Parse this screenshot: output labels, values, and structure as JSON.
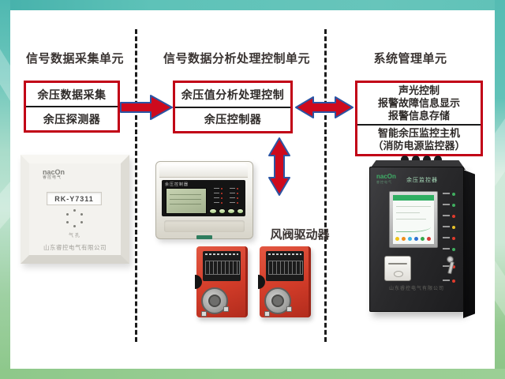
{
  "colors": {
    "box_border": "#c10016",
    "arrow_fill": "#ce0a1d",
    "arrow_outline": "#2b55a4",
    "frame_teal": "#5fc1b7",
    "frame_green": "#94cb90",
    "actuator_red": "#d23c29"
  },
  "columns": [
    {
      "header": "信号数据采集单元",
      "rows": [
        "余压数据采集",
        "余压探测器"
      ]
    },
    {
      "header": "信号数据分析处理控制单元",
      "rows": [
        "余压值分析处理控制",
        "余压控制器"
      ]
    },
    {
      "header": "系统管理单元",
      "top_lines": [
        "声光控制",
        "报警故障信息显示",
        "报警信息存储"
      ],
      "bottom_lines": [
        "智能余压监控主机",
        "（消防电源监控器）"
      ]
    }
  ],
  "damper_label": "风阀驱动器",
  "devices": {
    "detector": {
      "brand": "nacOn",
      "brand_sub": "睿控电气",
      "model": "RK-Y7311",
      "vent_label": "气孔",
      "company": "山东睿控电气有限公司"
    },
    "controller": {
      "panel_title": "余压控制器"
    },
    "monitor": {
      "brand": "nacOn",
      "brand_sub": "睿控电气",
      "title": "余压监控器",
      "company": "山东睿控电气有限公司"
    }
  }
}
